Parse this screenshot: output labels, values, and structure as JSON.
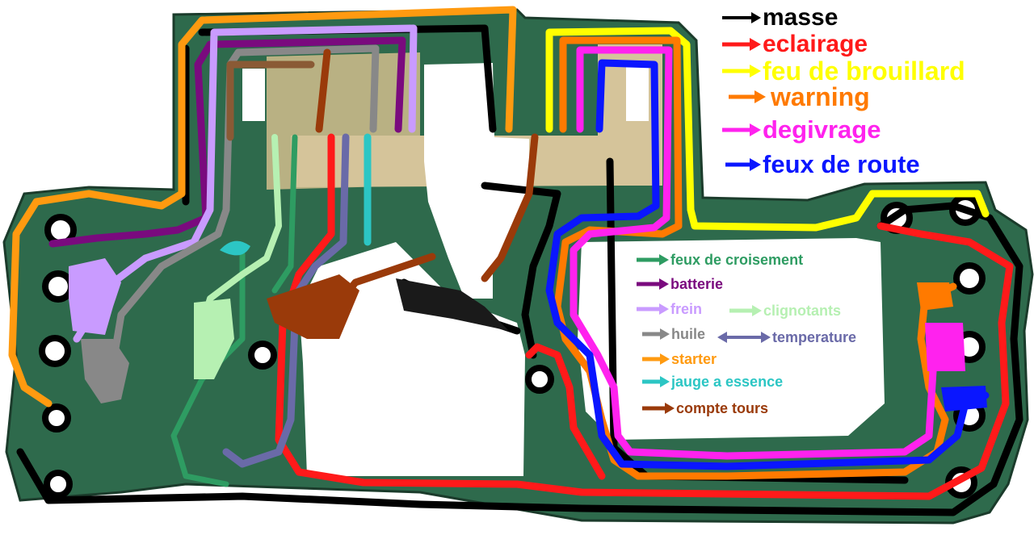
{
  "legend_main": {
    "masse": {
      "label": "masse",
      "color": "#000000"
    },
    "eclairage": {
      "label": "eclairage",
      "color": "#ff1a1a"
    },
    "brouillard": {
      "label": "feu de brouillard",
      "color": "#ffff00"
    },
    "warning": {
      "label": "warning",
      "color": "#ff7a00"
    },
    "degivrage": {
      "label": "degivrage",
      "color": "#ff22ee"
    },
    "route": {
      "label": "feux de route",
      "color": "#0a16ff"
    }
  },
  "legend_small": {
    "croisement": {
      "label": "feux de croisement",
      "color": "#2e9c62"
    },
    "batterie": {
      "label": "batterie",
      "color": "#7a0a7e"
    },
    "frein": {
      "label": "frein",
      "color": "#c99bff"
    },
    "clignotants": {
      "label": "clignotants",
      "color": "#b6f0b2"
    },
    "huile": {
      "label": "huile",
      "color": "#888888"
    },
    "temperature": {
      "label": "temperature",
      "color": "#6a6aa8"
    },
    "starter": {
      "label": "starter",
      "color": "#ff9a10"
    },
    "jauge": {
      "label": "jauge a essence",
      "color": "#2cc6c4"
    },
    "compte": {
      "label": "compte tours",
      "color": "#9a3a0a"
    }
  },
  "board_colors": {
    "pcb": "#2e6a4c",
    "pcb_dark": "#1b3b2b",
    "substrate": "#c9b98a"
  }
}
